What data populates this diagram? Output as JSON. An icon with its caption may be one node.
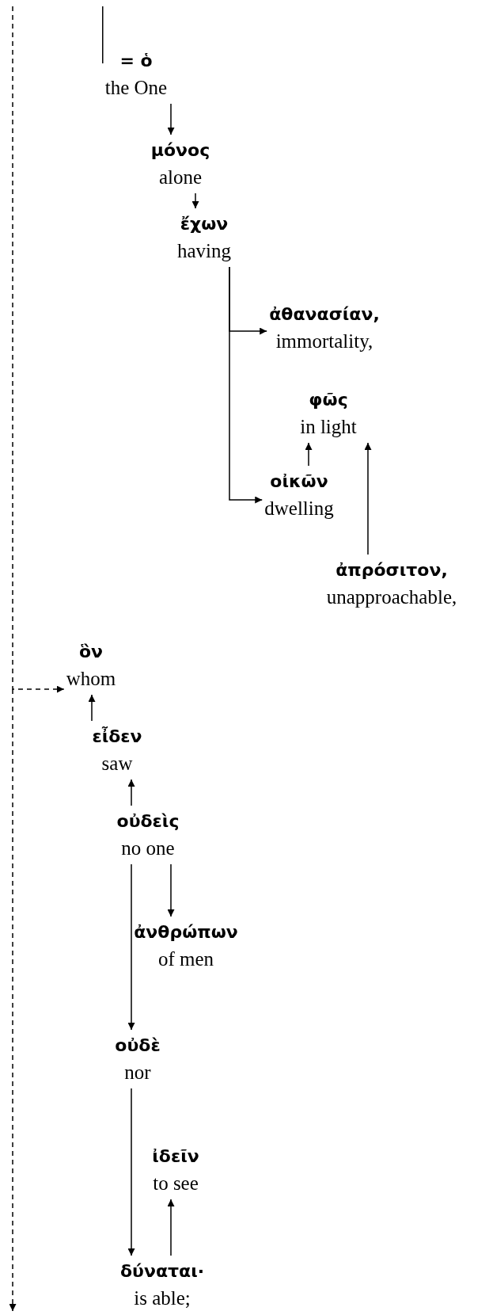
{
  "diagram": {
    "nodes": [
      {
        "text": [
          "= ὁ",
          "the One"
        ]
      },
      {
        "text": [
          "μόνος",
          "alone"
        ]
      },
      {
        "text": [
          "ἔχων",
          "having"
        ]
      },
      {
        "text": [
          "ἀθανασίαν,",
          "immortality,"
        ]
      },
      {
        "text": [
          "φῶς",
          "in light"
        ]
      },
      {
        "text": [
          "οἰκῶν",
          "dwelling"
        ]
      },
      {
        "text": [
          "ἀπρόσιτον,",
          "unapproachable,"
        ]
      },
      {
        "text": [
          "ὃν",
          "whom"
        ]
      },
      {
        "text": [
          "εἶδεν",
          "saw"
        ]
      },
      {
        "text": [
          "οὐδεὶς",
          "no one"
        ]
      },
      {
        "text": [
          "ἀνθρώπων",
          "of men"
        ]
      },
      {
        "text": [
          "οὐδὲ",
          "nor"
        ]
      },
      {
        "text": [
          "ἰδεῖν",
          "to see"
        ]
      },
      {
        "text": [
          "δύναται·",
          "is able;"
        ]
      }
    ],
    "edges": [
      {
        "from": null,
        "to": 0,
        "arrow": "none"
      },
      {
        "from": 0,
        "to": 1,
        "arrow": "to"
      },
      {
        "from": 1,
        "to": 2,
        "arrow": "to"
      },
      {
        "from": 2,
        "to": 3,
        "arrow": "to"
      },
      {
        "from": 2,
        "to": 5,
        "arrow": "to"
      },
      {
        "from": 5,
        "to": 4,
        "arrow": "to"
      },
      {
        "from": 6,
        "to": 4,
        "arrow": "to"
      },
      {
        "from": null,
        "to": 7,
        "arrow": "to",
        "style": "dashed"
      },
      {
        "from": 8,
        "to": 7,
        "arrow": "to"
      },
      {
        "from": 9,
        "to": 8,
        "arrow": "to"
      },
      {
        "from": 9,
        "to": 10,
        "arrow": "to"
      },
      {
        "from": 9,
        "to": 11,
        "arrow": "to"
      },
      {
        "from": 11,
        "to": 13,
        "arrow": "to"
      },
      {
        "from": 13,
        "to": 12,
        "arrow": "to"
      }
    ]
  }
}
